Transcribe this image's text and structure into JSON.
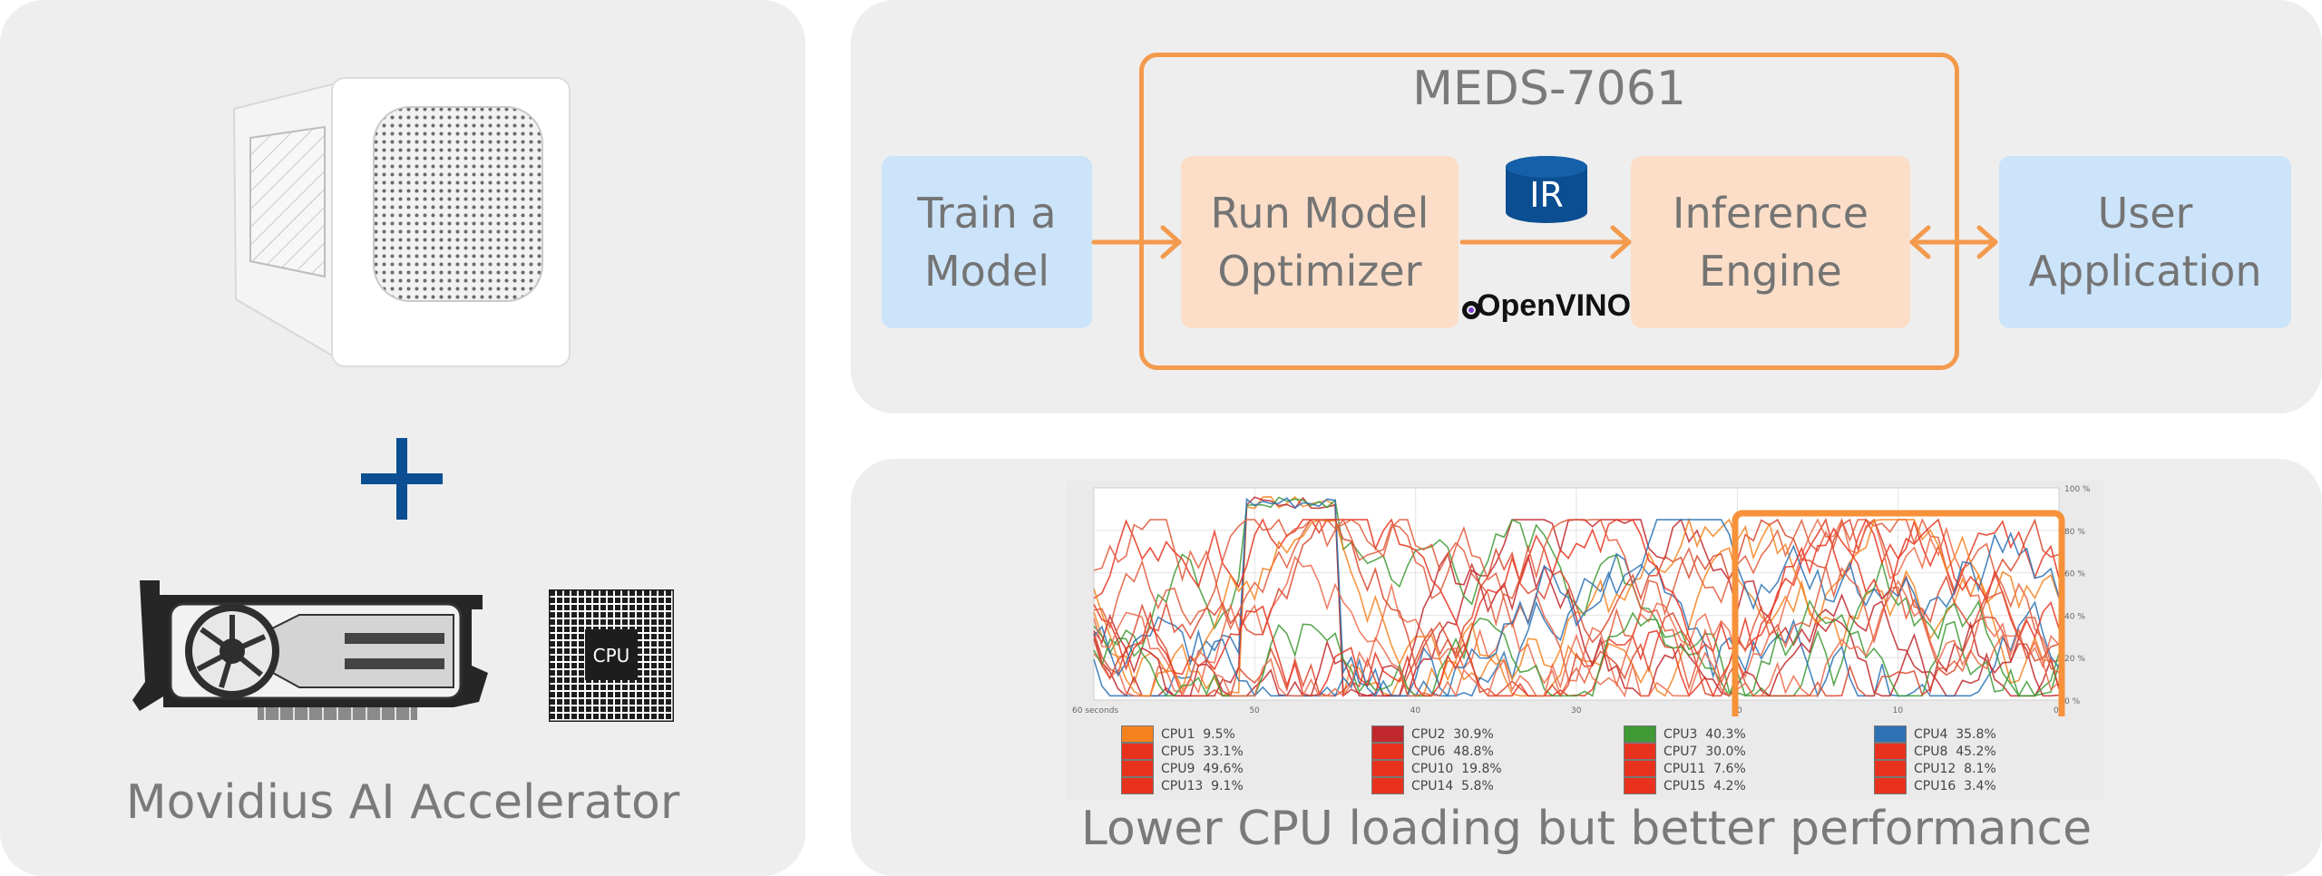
{
  "left": {
    "caption": "Movidius AI Accelerator",
    "cpu_chip_label": "CPU"
  },
  "diagram": {
    "frame_title": "MEDS-7061",
    "nodes": [
      {
        "id": "train",
        "label": "Train a\nModel"
      },
      {
        "id": "optimizer",
        "label": "Run Model\nOptimizer"
      },
      {
        "id": "engine",
        "label": "Inference\nEngine"
      },
      {
        "id": "user",
        "label": "User\nApplication"
      }
    ],
    "ir_badge": "IR",
    "openvino_logo": "OpenVINO",
    "colors": {
      "frame": "#f39a4c",
      "blue_box": "#cce4fa",
      "peach_box": "#fcdec8",
      "plus": "#0b4e91",
      "ir": "#0b4e91"
    }
  },
  "chart": {
    "caption": "Lower CPU loading but better performance",
    "x_axis_label": "60 seconds",
    "x_ticks": [
      "50",
      "40",
      "30",
      "20",
      "10",
      "0"
    ],
    "y_ticks": [
      "100 %",
      "80 %",
      "60 %",
      "40 %",
      "20 %",
      "0 %"
    ],
    "highlight_color": "#f7923a",
    "legend": [
      {
        "name": "CPU1",
        "value": "9.5%",
        "color": "#f5821f"
      },
      {
        "name": "CPU2",
        "value": "30.9%",
        "color": "#c0282d"
      },
      {
        "name": "CPU3",
        "value": "40.3%",
        "color": "#3f9a36"
      },
      {
        "name": "CPU4",
        "value": "35.8%",
        "color": "#2c72b4"
      },
      {
        "name": "CPU5",
        "value": "33.1%",
        "color": "#e8321e"
      },
      {
        "name": "CPU6",
        "value": "48.8%",
        "color": "#e8321e"
      },
      {
        "name": "CPU7",
        "value": "30.0%",
        "color": "#e8321e"
      },
      {
        "name": "CPU8",
        "value": "45.2%",
        "color": "#e8321e"
      },
      {
        "name": "CPU9",
        "value": "49.6%",
        "color": "#e8321e"
      },
      {
        "name": "CPU10",
        "value": "19.8%",
        "color": "#e8321e"
      },
      {
        "name": "CPU11",
        "value": "7.6%",
        "color": "#e8321e"
      },
      {
        "name": "CPU12",
        "value": "8.1%",
        "color": "#e8321e"
      },
      {
        "name": "CPU13",
        "value": "9.1%",
        "color": "#e8321e"
      },
      {
        "name": "CPU14",
        "value": "5.8%",
        "color": "#e8321e"
      },
      {
        "name": "CPU15",
        "value": "4.2%",
        "color": "#e8321e"
      },
      {
        "name": "CPU16",
        "value": "3.4%",
        "color": "#e8321e"
      }
    ]
  }
}
